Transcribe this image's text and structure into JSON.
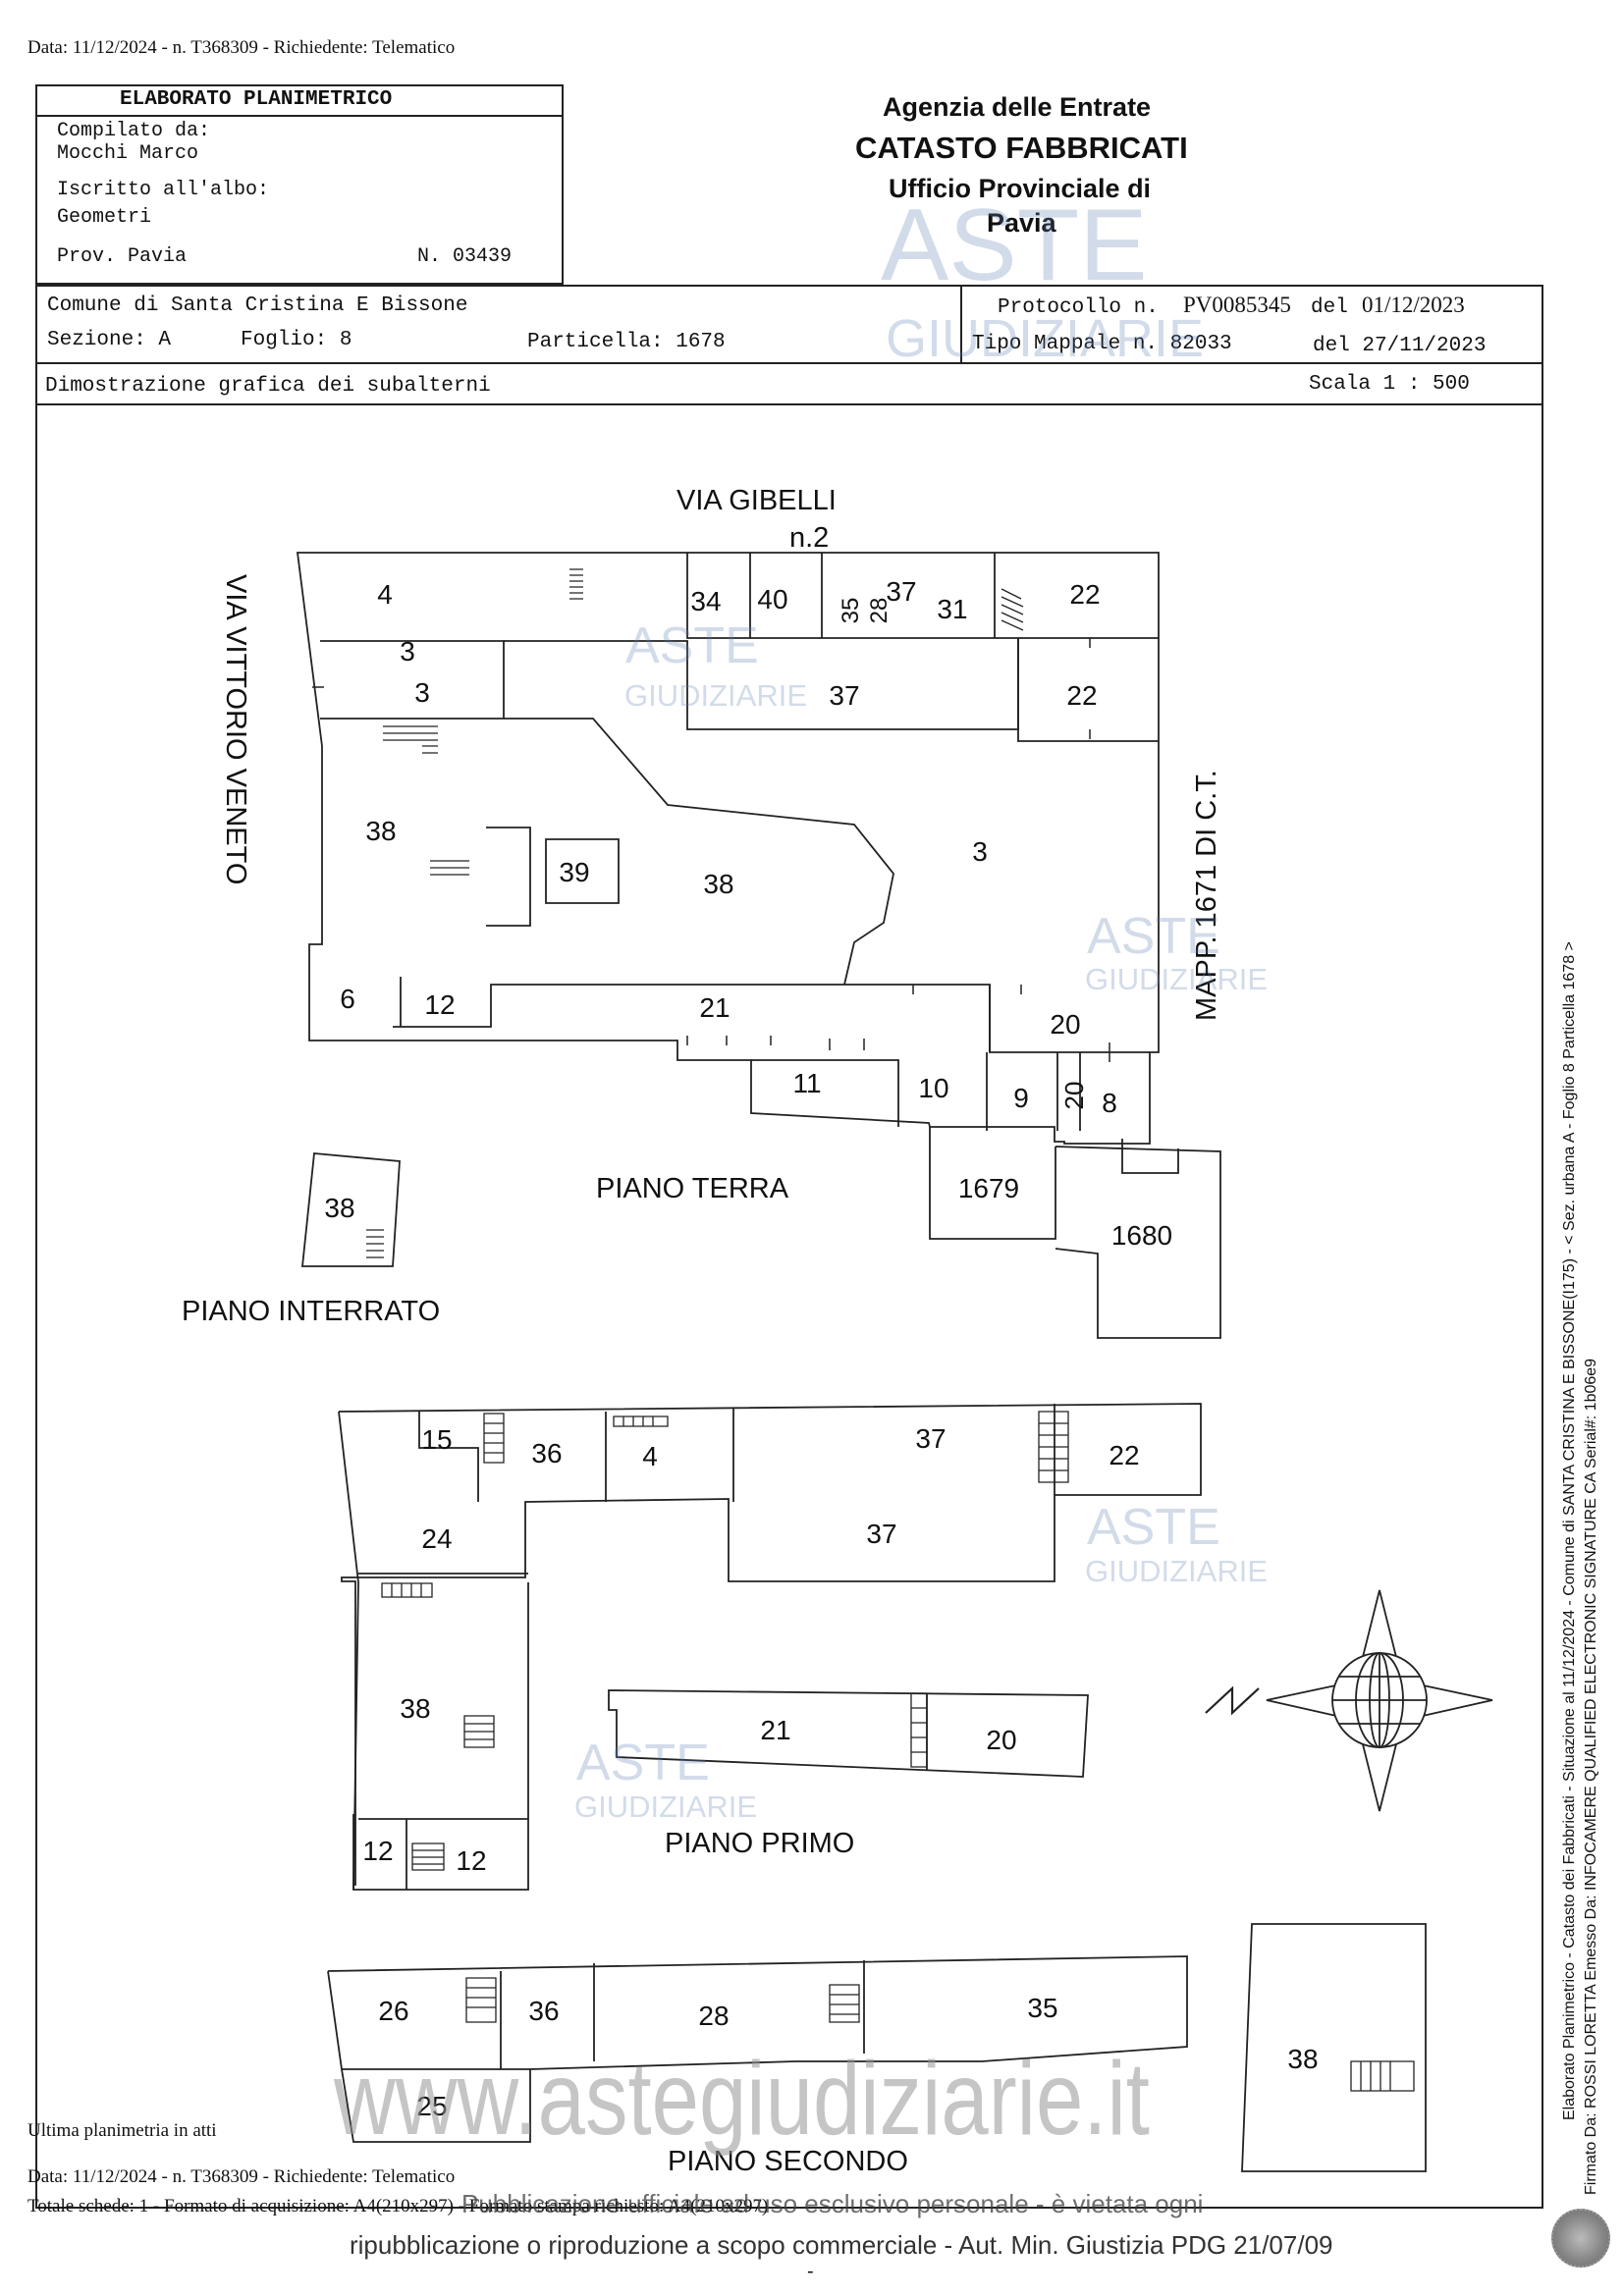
{
  "top_line": "Data: 11/12/2024 - n. T368309 - Richiedente: Telematico",
  "header": {
    "doc_title": "ELABORATO PLANIMETRICO",
    "compiled_label": "Compilato da:",
    "compiled_name": "Mocchi Marco",
    "albo_label": "Iscritto all'albo:",
    "albo_value": "Geometri",
    "prov_label": "Prov. Pavia",
    "prov_number": "N. 03439",
    "agency": "Agenzia delle Entrate",
    "catasto": "CATASTO FABBRICATI",
    "office": "Ufficio Provinciale di",
    "office_city": "Pavia"
  },
  "info": {
    "comune": "Comune di Santa Cristina E Bissone",
    "sezione": "Sezione: A",
    "foglio": "Foglio: 8",
    "particella": "Particella: 1678",
    "protocollo_label": "Protocollo n.",
    "protocollo_value": "PV0085345",
    "protocollo_del": "del",
    "protocollo_date": "01/12/2023",
    "tipo_label": "Tipo Mappale n. 82033",
    "tipo_date": "del 27/11/2023",
    "dimostrazione": "Dimostrazione grafica dei subalterni",
    "scala": "Scala 1 : 500"
  },
  "plan": {
    "street_north": "VIA GIBELLI",
    "street_north_number": "n.2",
    "street_west": "VIA VITTORIO VENETO",
    "mapp": "MAPP. 1671 DI C.T.",
    "floors": {
      "interrato": "PIANO INTERRATO",
      "terra": "PIANO TERRA",
      "primo": "PIANO PRIMO",
      "secondo": "PIANO SECONDO"
    },
    "ground_labels": [
      "4",
      "34",
      "40",
      "35",
      "28",
      "37",
      "31",
      "22",
      "3",
      "3",
      "37",
      "22",
      "38",
      "39",
      "38",
      "3",
      "6",
      "12",
      "21",
      "20",
      "11",
      "10",
      "9",
      "20",
      "8",
      "1679",
      "1680"
    ],
    "basement_labels": [
      "38"
    ],
    "first_labels": [
      "15",
      "36",
      "4",
      "37",
      "22",
      "37",
      "24",
      "38",
      "21",
      "20",
      "12",
      "12"
    ],
    "second_labels": [
      "26",
      "36",
      "28",
      "35",
      "25",
      "38"
    ],
    "north_symbol": "N"
  },
  "watermark": {
    "aste": "ASTE",
    "giudiziarie": "GIUDIZIARIE",
    "site": "www.astegiudiziarie.it"
  },
  "footer": {
    "ultima": "Ultima planimetria in atti",
    "data_line": "Data: 11/12/2024 - n. T368309 - Richiedente: Telematico",
    "totale": "Totale schede: 1 - Formato di acquisizione: A4(210x297) - Formato stampa richiesto: A4(210x297)",
    "overlay": "Pubblicazione ufficiale ad uso esclusivo personale - è vietata ogni",
    "bottom": "ripubblicazione o riproduzione a scopo commerciale - Aut. Min. Giustizia PDG 21/07/09",
    "dash": "-"
  },
  "side": {
    "line1": "Elaborato Planimetrico - Catasto dei Fabbricati - Situazione al 11/12/2024 - Comune di SANTA CRISTINA E BISSONE(I175) - < Sez. urbana A - Foglio 8 Particella 1678 >",
    "line2": "Firmato Da: ROSSI LORETTA Emesso Da: INFOCAMERE QUALIFIED ELECTRONIC SIGNATURE CA Serial#: 1b06e9"
  }
}
